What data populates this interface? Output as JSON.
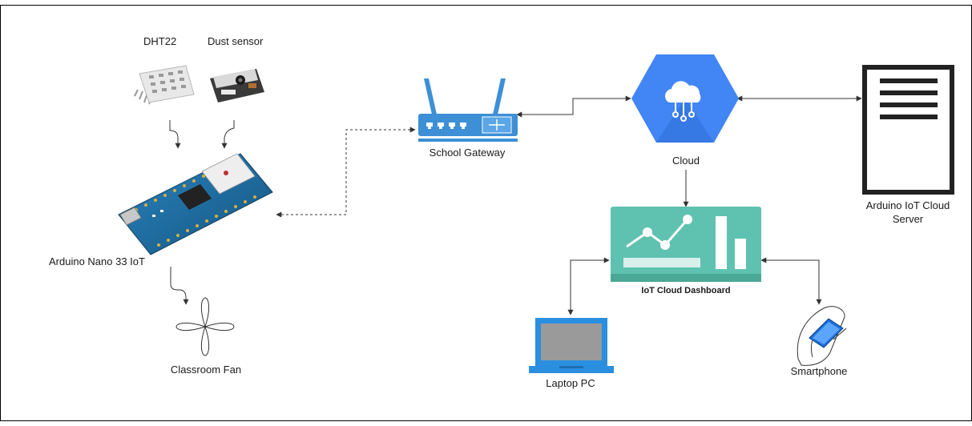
{
  "diagram": {
    "nodes": {
      "dht22": {
        "label": "DHT22",
        "icon": "dht22-sensor-icon"
      },
      "dust": {
        "label": "Dust sensor",
        "icon": "dust-sensor-icon"
      },
      "arduino": {
        "label": "Arduino Nano 33 IoT",
        "icon": "arduino-board-icon"
      },
      "fan": {
        "label": "Classroom Fan",
        "icon": "fan-icon"
      },
      "gateway": {
        "label": "School Gateway",
        "icon": "router-icon"
      },
      "cloud": {
        "label": "Cloud",
        "icon": "cloud-hexagon-icon"
      },
      "server": {
        "label_line1": "Arduino IoT Cloud",
        "label_line2": "Server",
        "icon": "server-icon"
      },
      "dashboard": {
        "label": "IoT Cloud Dashboard",
        "icon": "dashboard-chart-icon"
      },
      "laptop": {
        "label": "Laptop PC",
        "icon": "laptop-icon"
      },
      "phone": {
        "label": "Smartphone",
        "icon": "smartphone-hand-icon"
      }
    },
    "colors": {
      "gateway": "#3d8fd6",
      "cloud": "#4285f4",
      "dashboard": "#5fc2b0",
      "laptop": "#2b8fe0",
      "server": "#222222",
      "arduino": "#1c6fa5"
    },
    "edges": [
      {
        "from": "dht22",
        "to": "arduino",
        "style": "solid"
      },
      {
        "from": "dust",
        "to": "arduino",
        "style": "solid"
      },
      {
        "from": "arduino",
        "to": "fan",
        "style": "solid"
      },
      {
        "from": "arduino",
        "to": "gateway",
        "style": "dashed",
        "bidirectional": true
      },
      {
        "from": "gateway",
        "to": "cloud",
        "style": "solid",
        "bidirectional": true
      },
      {
        "from": "cloud",
        "to": "server",
        "style": "solid",
        "bidirectional": true
      },
      {
        "from": "cloud",
        "to": "dashboard",
        "style": "solid"
      },
      {
        "from": "dashboard",
        "to": "laptop",
        "style": "solid",
        "bidirectional": true
      },
      {
        "from": "dashboard",
        "to": "phone",
        "style": "solid",
        "bidirectional": true
      }
    ]
  }
}
